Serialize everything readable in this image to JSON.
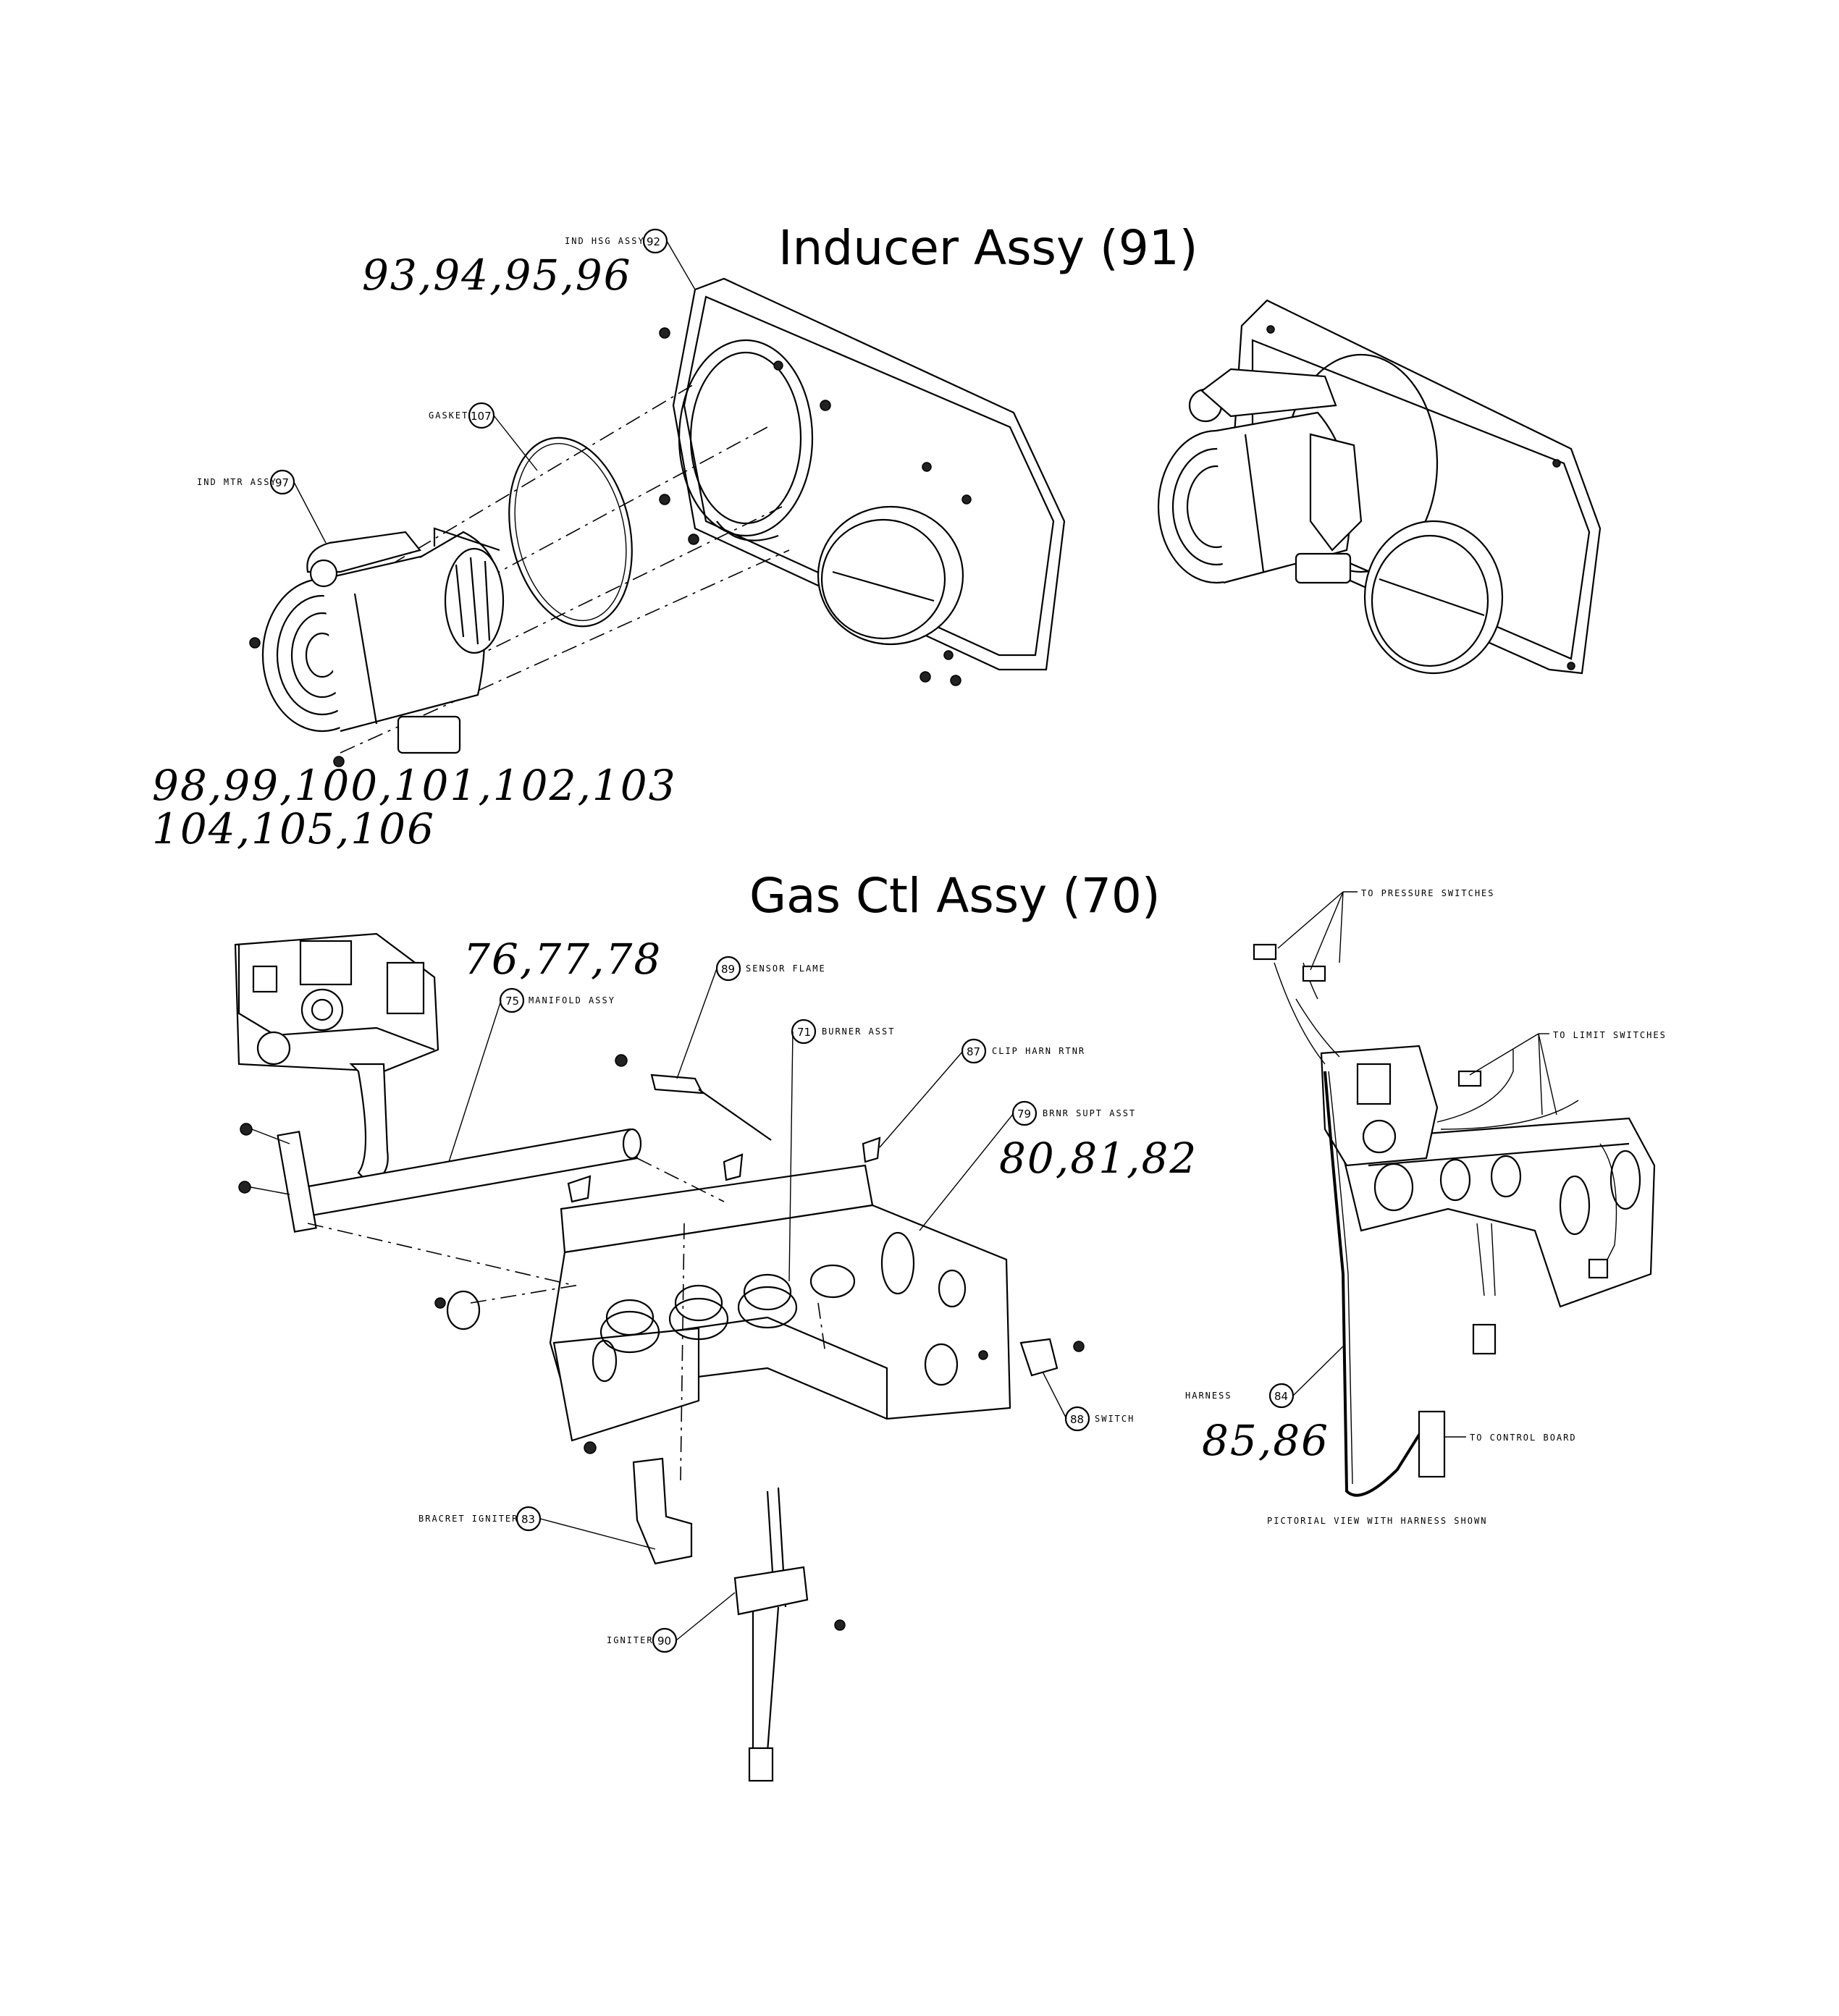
{
  "titles": {
    "inducer": "Inducer Assy (91)",
    "gas_ctl": "Gas Ctl Assy (70)"
  },
  "handwritten": {
    "ind_hsg_parts": "93,94,95,96",
    "ind_mtr_parts_line1": "98,99,100,101,102,103",
    "ind_mtr_parts_line2": "104,105,106",
    "manifold_parts": "76,77,78",
    "brnr_supt_parts": "80,81,82",
    "harness_parts": "85,86"
  },
  "callouts": {
    "ind_hsg": {
      "label": "IND HSG ASSY",
      "num": "92"
    },
    "gasket": {
      "label": "GASKET",
      "num": "107"
    },
    "ind_mtr": {
      "label": "IND MTR ASSY",
      "num": "97"
    },
    "manifold": {
      "label": "MANIFOLD ASSY",
      "num": "75"
    },
    "sensor": {
      "label": "SENSOR FLAME",
      "num": "89"
    },
    "burner": {
      "label": "BURNER ASST",
      "num": "71"
    },
    "clip": {
      "label": "CLIP HARN RTNR",
      "num": "87"
    },
    "brnr_supt": {
      "label": "BRNR SUPT ASST",
      "num": "79"
    },
    "switch": {
      "label": "SWITCH",
      "num": "88"
    },
    "bracket": {
      "label": "BRACRET IGNITER",
      "num": "83"
    },
    "igniter": {
      "label": "IGNITER",
      "num": "90"
    },
    "harness": {
      "label": "HARNESS",
      "num": "84"
    }
  },
  "pictorial": {
    "pressure": "TO PRESSURE SWITCHES",
    "limit": "TO LIMIT SWITCHES",
    "control": "TO CONTROL BOARD",
    "caption": "PICTORIAL VIEW WITH HARNESS SHOWN"
  }
}
